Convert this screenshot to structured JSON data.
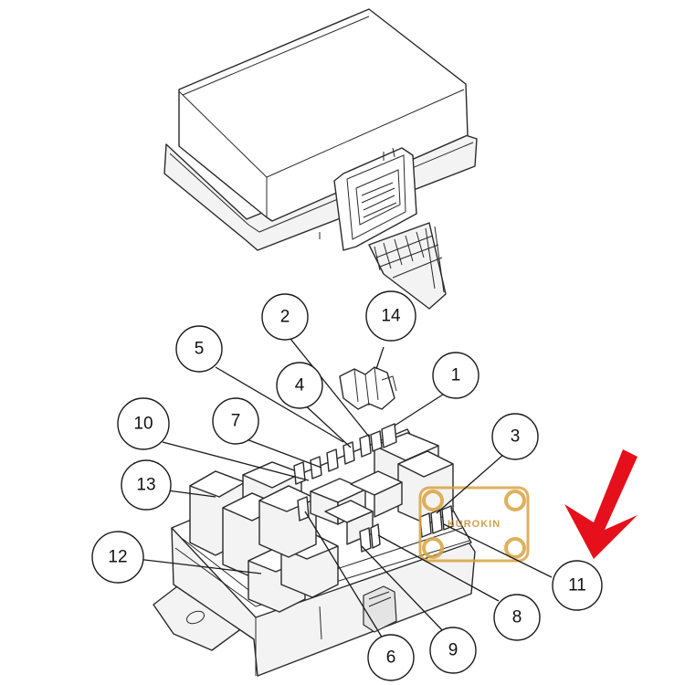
{
  "callouts": [
    "1",
    "2",
    "3",
    "4",
    "5",
    "6",
    "7",
    "8",
    "9",
    "10",
    "11",
    "12",
    "13",
    "14"
  ],
  "watermark": {
    "text": "KUROKIN",
    "color": "#d9a441"
  },
  "arrow": {
    "color": "#e5101b",
    "direction": "down-left"
  }
}
